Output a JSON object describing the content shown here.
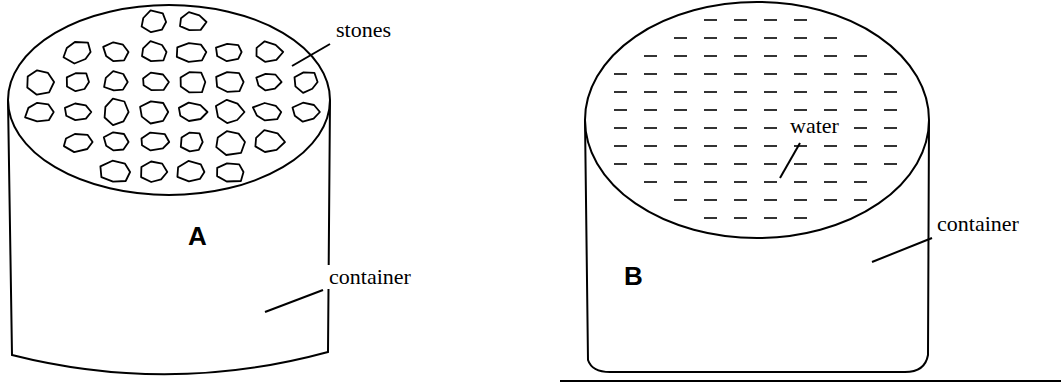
{
  "diagram": {
    "labels": [
      "stones",
      "A",
      "container",
      "water",
      "B",
      "container"
    ]
  }
}
